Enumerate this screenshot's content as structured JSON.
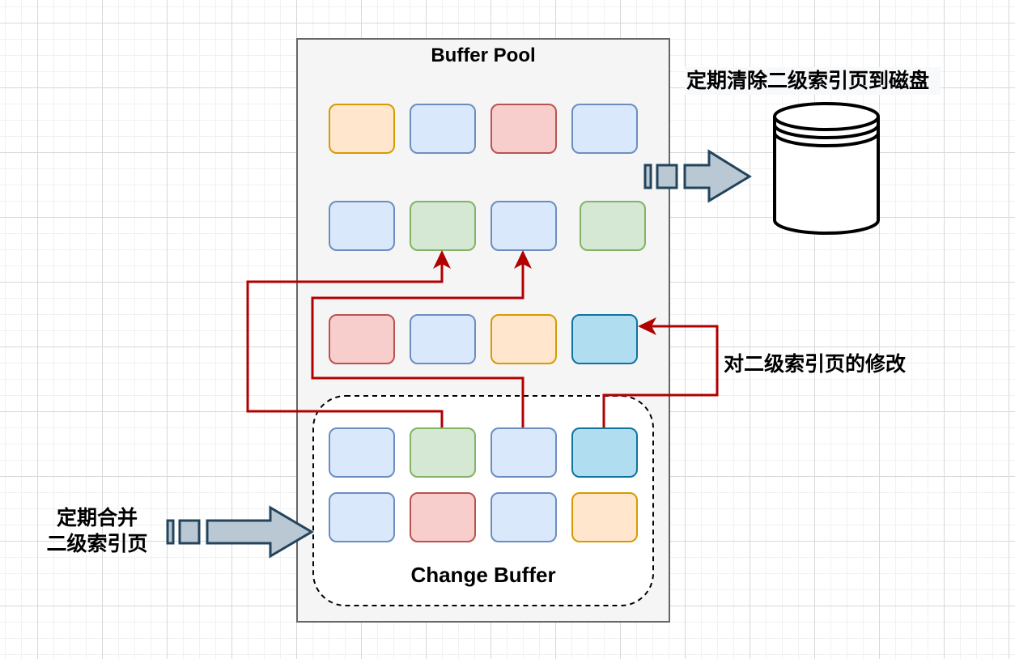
{
  "diagram": {
    "buffer_pool": {
      "title": "Buffer Pool",
      "rows": [
        [
          "orange",
          "blue",
          "red",
          "blue"
        ],
        [
          "blue",
          "green",
          "blue",
          "green"
        ],
        [
          "red",
          "blue",
          "orange",
          "cyan"
        ]
      ]
    },
    "change_buffer": {
      "title": "Change Buffer",
      "rows": [
        [
          "blue",
          "green",
          "blue",
          "cyan"
        ],
        [
          "blue",
          "red",
          "blue",
          "orange"
        ]
      ]
    },
    "labels": {
      "flush_to_disk": "定期清除二级索引页到磁盘",
      "modify_secondary_index": "对二级索引页的修改",
      "merge_line1": "定期合并",
      "merge_line2": "二级索引页"
    },
    "page_colors": {
      "orange": {
        "fill": "#ffe6cc",
        "stroke": "#d79b00"
      },
      "blue": {
        "fill": "#dae8fc",
        "stroke": "#6c8ebf"
      },
      "red": {
        "fill": "#f8cecc",
        "stroke": "#b85450"
      },
      "green": {
        "fill": "#d5e8d4",
        "stroke": "#82b366"
      },
      "cyan": {
        "fill": "#b1ddf0",
        "stroke": "#10739e"
      }
    },
    "connector_color": "#b20000",
    "block_arrow": {
      "fill": "#bac8d3",
      "stroke": "#23445d"
    },
    "buffer_pool_fill": "#f5f5f5",
    "buffer_pool_stroke": "#666666"
  }
}
